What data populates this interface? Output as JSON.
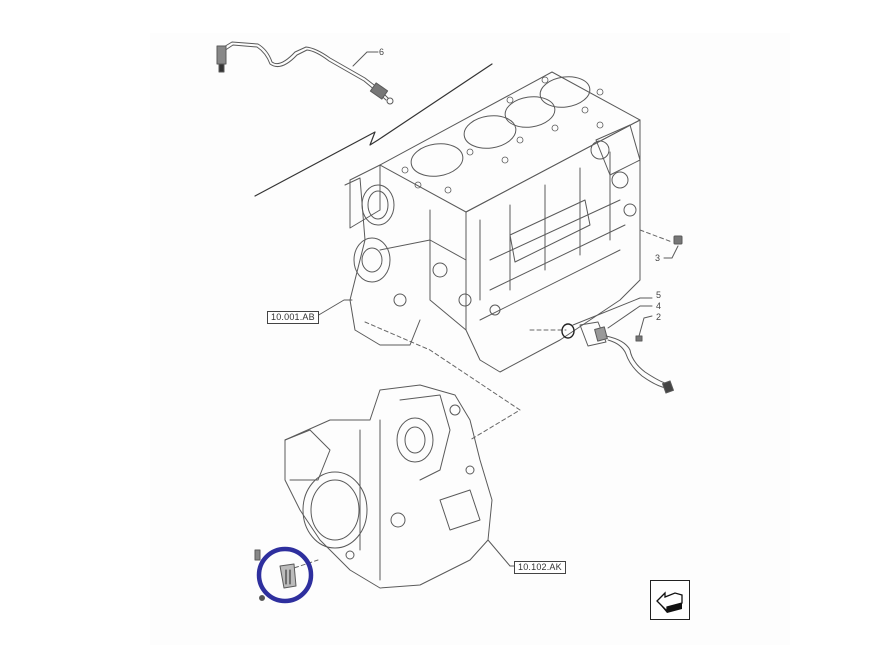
{
  "diagram": {
    "type": "exploded-parts-view",
    "subject": "Engine cylinder block with front timing cover and sensors",
    "reference_labels": [
      {
        "id": "ref-block",
        "text": "10.001.AB"
      },
      {
        "id": "ref-cover",
        "text": "10.102.AK"
      }
    ],
    "callouts": [
      {
        "id": "c6",
        "text": "6"
      },
      {
        "id": "c3",
        "text": "3"
      },
      {
        "id": "c5",
        "text": "5"
      },
      {
        "id": "c4",
        "text": "4"
      },
      {
        "id": "c2",
        "text": "2"
      }
    ],
    "highlight": {
      "shape": "circle",
      "color": "#2e2f9e",
      "target": "sensor on timing cover"
    },
    "nav_icon": "navigate-back-arrow-icon",
    "colors": {
      "line_art": "#555555",
      "background": "#ffffff",
      "highlight_ring": "#2e2f9e"
    }
  }
}
